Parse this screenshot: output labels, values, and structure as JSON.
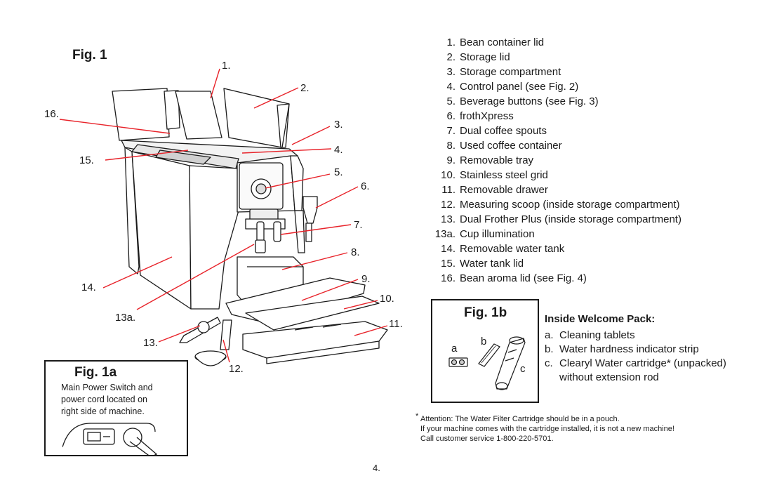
{
  "fig1": {
    "title": "Fig. 1",
    "callouts": {
      "c1": "1.",
      "c2": "2.",
      "c3": "3.",
      "c4": "4.",
      "c5": "5.",
      "c6": "6.",
      "c7": "7.",
      "c8": "8.",
      "c9": "9.",
      "c10": "10.",
      "c11": "11.",
      "c12": "12.",
      "c13": "13.",
      "c13a": "13a.",
      "c14": "14.",
      "c15": "15.",
      "c16": "16."
    }
  },
  "parts": [
    {
      "num": "1.",
      "label": "Bean container lid"
    },
    {
      "num": "2.",
      "label": "Storage lid"
    },
    {
      "num": "3.",
      "label": "Storage compartment"
    },
    {
      "num": "4.",
      "label": "Control panel (see Fig. 2)"
    },
    {
      "num": "5.",
      "label": "Beverage buttons (see Fig. 3)"
    },
    {
      "num": "6.",
      "label": "frothXpress"
    },
    {
      "num": "7.",
      "label": "Dual coffee spouts"
    },
    {
      "num": "8.",
      "label": "Used coffee container"
    },
    {
      "num": "9.",
      "label": "Removable tray"
    },
    {
      "num": "10.",
      "label": "Stainless steel grid"
    },
    {
      "num": "11.",
      "label": "Removable drawer"
    },
    {
      "num": "12.",
      "label": "Measuring scoop (inside storage compartment)"
    },
    {
      "num": "13.",
      "label": "Dual Frother Plus (inside storage compartment)"
    },
    {
      "num": "13a.",
      "label": "Cup illumination"
    },
    {
      "num": "14.",
      "label": "Removable water tank"
    },
    {
      "num": "15.",
      "label": "Water tank lid"
    },
    {
      "num": "16.",
      "label": "Bean aroma lid (see Fig. 4)"
    }
  ],
  "fig1a": {
    "title": "Fig. 1a",
    "text": [
      "Main Power Switch and",
      "power cord located on",
      "right side of machine."
    ]
  },
  "fig1b": {
    "title": "Fig. 1b",
    "labels": {
      "a": "a",
      "b": "b",
      "c": "c"
    }
  },
  "welcome": {
    "heading": "Inside Welcome Pack:",
    "items": [
      {
        "key": "a.",
        "text": "Cleaning tablets"
      },
      {
        "key": "b.",
        "text": "Water hardness indicator strip"
      },
      {
        "key": "c.",
        "text": "Clearyl Water cartridge* (unpacked)"
      },
      {
        "key": "",
        "text": "without extension rod"
      }
    ]
  },
  "footnote": {
    "star": "*",
    "lines": [
      "Attention: The Water Filter Cartridge should be in a pouch.",
      "If your machine comes with the cartridge installed, it is not a new machine!",
      "Call customer service 1-800-220-5701."
    ]
  },
  "page_number": "4.",
  "colors": {
    "leader": "#e8232a",
    "ink": "#1a1a1a"
  }
}
